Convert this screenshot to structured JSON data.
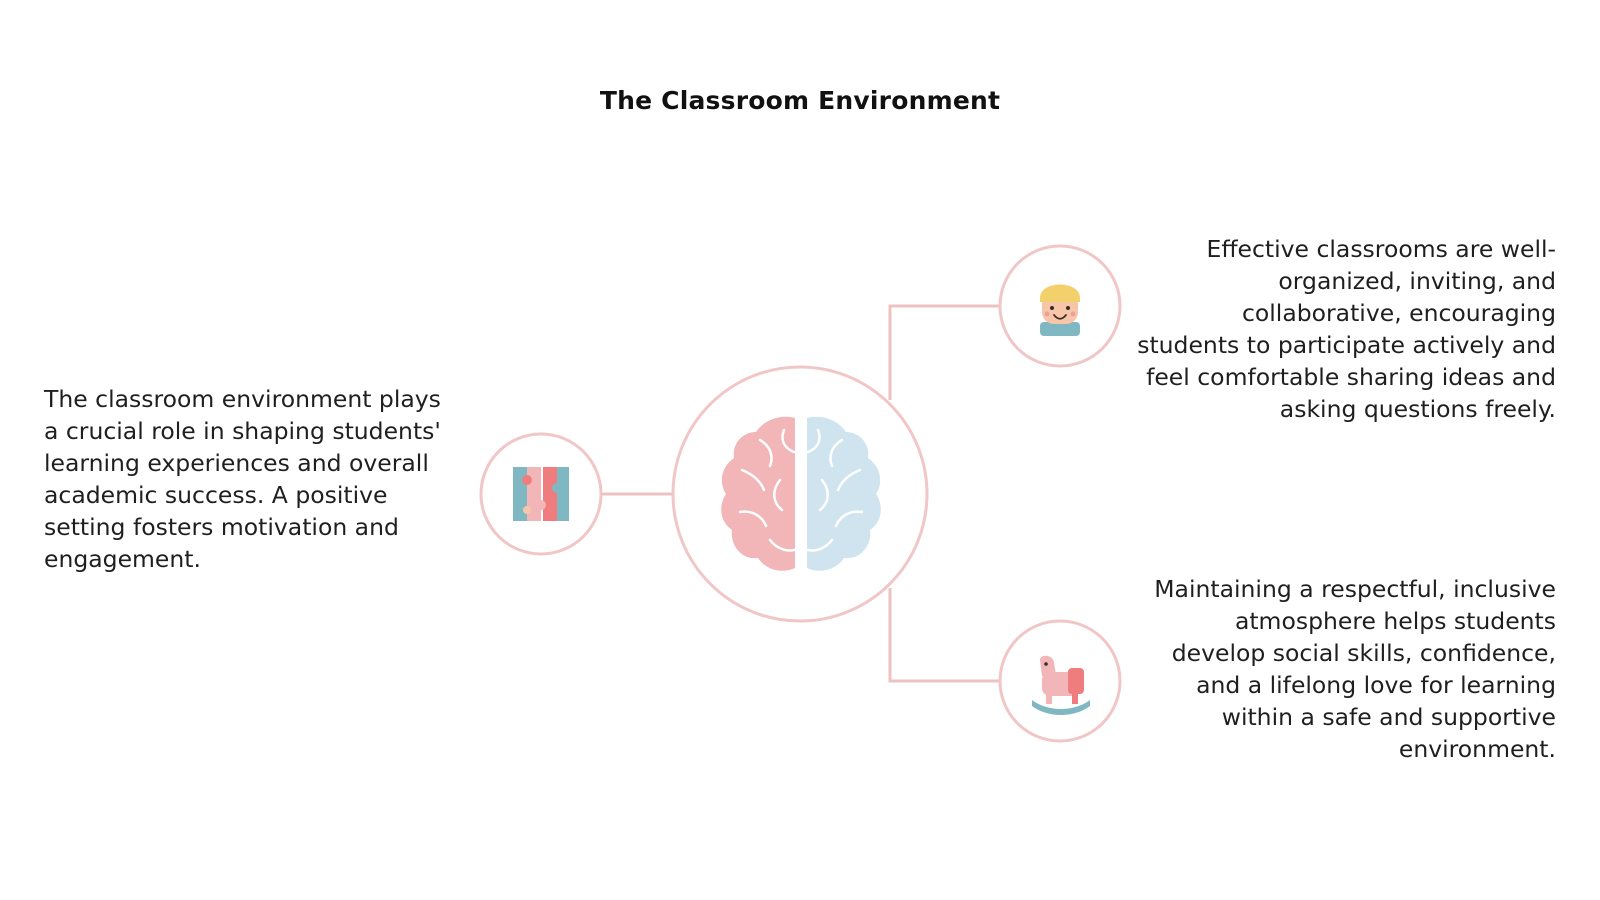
{
  "title": "The Classroom Environment",
  "colors": {
    "ring": "#f0c6c6",
    "connector": "#ecc2c2",
    "brain_left": "#f2b5b8",
    "brain_right": "#cfe4ee",
    "teal": "#7fb8c2",
    "coral": "#ef7d7d",
    "hair": "#f2d06b",
    "skin": "#f7c6a8"
  },
  "nodes": {
    "center": {
      "icon": "brain-icon"
    },
    "left": {
      "icon": "puzzle-icon",
      "text": "The classroom environment plays a crucial role in shaping students' learning experiences and overall academic success. A positive setting fosters motivation and engagement."
    },
    "right_top": {
      "icon": "student-icon",
      "text": "Effective classrooms are well-organized, inviting, and collaborative, encouraging students to participate actively and feel comfortable sharing ideas and asking questions freely."
    },
    "right_bottom": {
      "icon": "rocking-horse-icon",
      "text": "Maintaining a respectful, inclusive atmosphere helps students develop social skills, confidence, and a lifelong love for learning within a safe and supportive environment."
    }
  }
}
